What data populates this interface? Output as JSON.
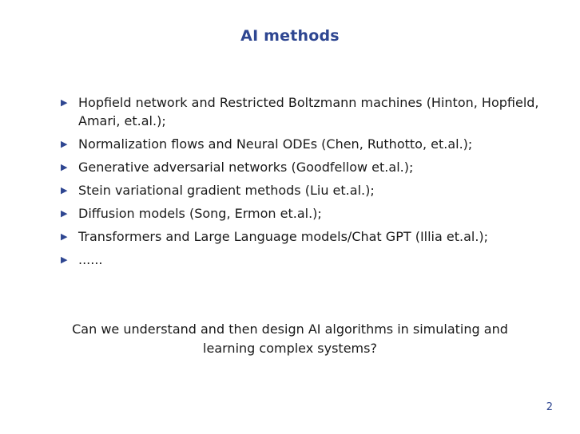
{
  "slide": {
    "title": "AI methods",
    "bullets": [
      {
        "marker": "▶",
        "text": "Hopfield network and Restricted Boltzmann machines (Hinton, Hopfield, Amari, et.al.);"
      },
      {
        "marker": "▶",
        "text": "Normalization flows and Neural ODEs (Chen, Ruthotto, et.al.);"
      },
      {
        "marker": "▶",
        "text": "Generative adversarial networks (Goodfellow et.al.);"
      },
      {
        "marker": "▶",
        "text": "Stein variational gradient methods (Liu et.al.);"
      },
      {
        "marker": "▶",
        "text": "Diffusion models (Song, Ermon et.al.);"
      },
      {
        "marker": "▶",
        "text": "Transformers and Large Language models/Chat GPT (Illia et.al.);"
      },
      {
        "marker": "▶",
        "text": "......"
      }
    ],
    "closing": "Can we understand and then design AI algorithms in simulating and learning complex systems?",
    "page_number": "2",
    "colors": {
      "title": "#2e4691",
      "text": "#1a1a1a",
      "background": "#ffffff"
    }
  }
}
